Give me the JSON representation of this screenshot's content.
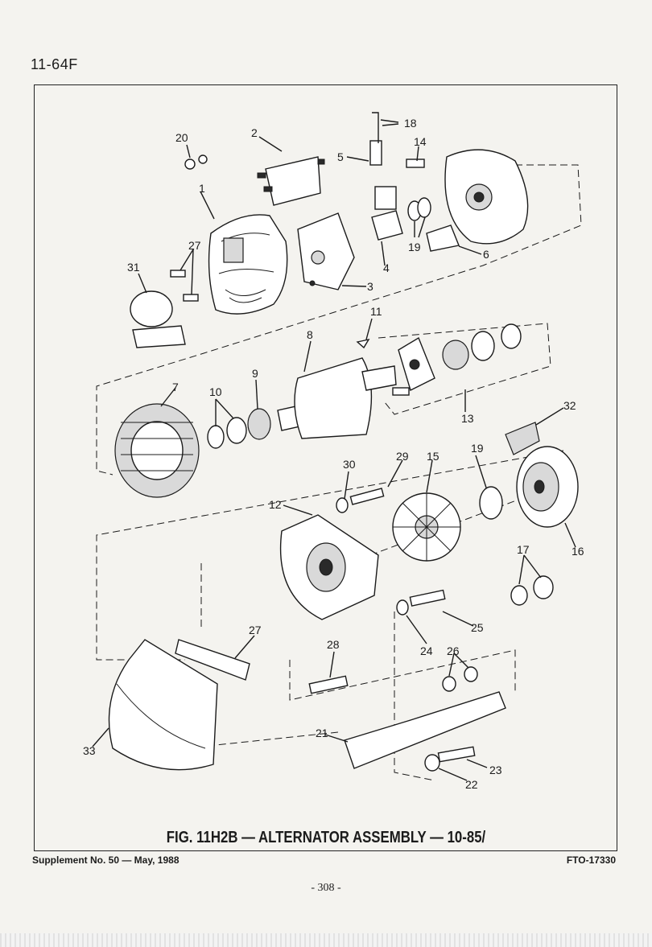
{
  "page_code": "11-64F",
  "figure": {
    "caption": "FIG. 11H2B — ALTERNATOR ASSEMBLY — 10-85/",
    "callouts": [
      "1",
      "2",
      "3",
      "4",
      "5",
      "6",
      "7",
      "8",
      "9",
      "10",
      "11",
      "12",
      "13",
      "14",
      "15",
      "16",
      "17",
      "18",
      "19",
      "19",
      "20",
      "21",
      "22",
      "23",
      "24",
      "25",
      "26",
      "27",
      "27",
      "28",
      "29",
      "30",
      "31",
      "32",
      "33"
    ]
  },
  "footer": {
    "supplement": "Supplement No. 50 — May, 1988",
    "figure_number": "FTO-17330",
    "page_number": "- 308 -"
  }
}
